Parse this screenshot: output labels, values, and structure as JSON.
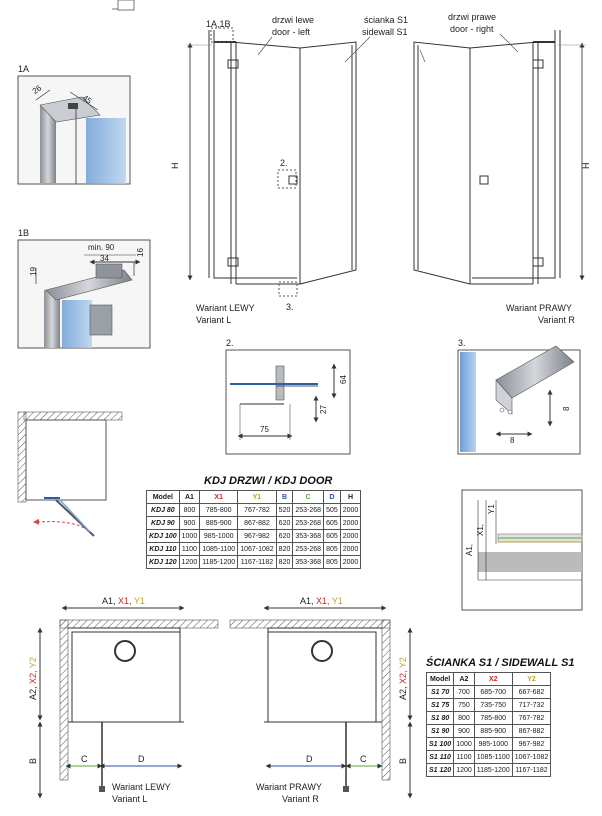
{
  "colors": {
    "x": "#c0282d",
    "y": "#b9a230",
    "b": "#2c4da3",
    "c": "#58a53a",
    "glass": "#7aa7d8"
  },
  "labels": {
    "detail_1a_1b": "1A,1B",
    "door_left_pl": "drzwi lewe",
    "door_left_en": "door - left",
    "sidewall_pl": "ścianka S1",
    "sidewall_en": "sidewall S1",
    "door_right_pl": "drzwi prawe",
    "door_right_en": "door - right",
    "h": "H",
    "ref2": "2.",
    "ref3": "3.",
    "variant_left_pl": "Wariant LEWY",
    "variant_left_en": "Variant L",
    "variant_right_pl": "Wariant PRAWY",
    "variant_right_en": "Variant R",
    "detail_1a": "1A",
    "detail_1b": "1B",
    "dim_26": "26",
    "dim_45": "45",
    "dim_min90": "min. 90",
    "dim_19": "19",
    "dim_34": "34",
    "dim_16": "16",
    "detail_2": "2.",
    "dim_64": "64",
    "dim_27": "27",
    "dim_75": "75",
    "detail_3": "3.",
    "dim_8a": "8",
    "dim_8b": "8",
    "side_a": "A1, ",
    "side_x": "X1, ",
    "side_y": "Y1",
    "top_a1": "A1, ",
    "top_x1": "X1, ",
    "top_y1": "Y1",
    "vert_a2": "A2, ",
    "vert_x2": "X2, ",
    "vert_y2": "Y2",
    "lbl_b": "B",
    "lbl_c": "C",
    "lbl_d": "D",
    "plan_left_pl": "Wariant LEWY",
    "plan_left_en": "Variant L",
    "plan_right_pl": "Wariant PRAWY",
    "plan_right_en": "Variant R"
  },
  "door_table": {
    "title": "KDJ DRZWI / KDJ DOOR",
    "headers": [
      "Model",
      "A1",
      "X1",
      "Y1",
      "B",
      "C",
      "D",
      "H"
    ],
    "rows": [
      [
        "KDJ 80",
        "800",
        "785-800",
        "767-782",
        "520",
        "253-268",
        "505",
        "2000"
      ],
      [
        "KDJ 90",
        "900",
        "885-900",
        "867-882",
        "620",
        "253-268",
        "605",
        "2000"
      ],
      [
        "KDJ 100",
        "1000",
        "985-1000",
        "967-982",
        "620",
        "353-368",
        "605",
        "2000"
      ],
      [
        "KDJ 110",
        "1100",
        "1085-1100",
        "1067-1082",
        "820",
        "253-268",
        "805",
        "2000"
      ],
      [
        "KDJ 120",
        "1200",
        "1185-1200",
        "1167-1182",
        "820",
        "353-368",
        "805",
        "2000"
      ]
    ]
  },
  "sidewall_table": {
    "title": "ŚCIANKA S1 / SIDEWALL S1",
    "headers": [
      "Model",
      "A2",
      "X2",
      "Y2"
    ],
    "rows": [
      [
        "S1 70",
        "700",
        "685-700",
        "667-682"
      ],
      [
        "S1 75",
        "750",
        "735-750",
        "717-732"
      ],
      [
        "S1 80",
        "800",
        "785-800",
        "767-782"
      ],
      [
        "S1 90",
        "900",
        "885-900",
        "867-882"
      ],
      [
        "S1 100",
        "1000",
        "985-1000",
        "967-982"
      ],
      [
        "S1 110",
        "1100",
        "1085-1100",
        "1067-1082"
      ],
      [
        "S1 120",
        "1200",
        "1185-1200",
        "1167-1182"
      ]
    ]
  }
}
